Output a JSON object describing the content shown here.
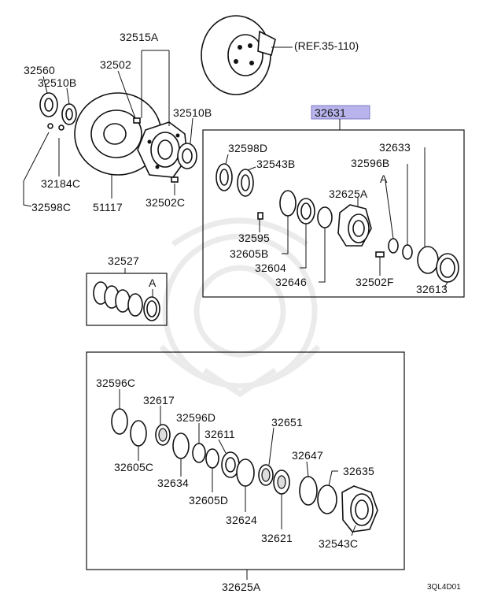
{
  "diagram_code": "3QL4D01",
  "highlighted_part": "32631",
  "reference": "(REF.35-110)",
  "top_assembly": {
    "labels": [
      "32515A",
      "32560",
      "32502",
      "32510B",
      "32510B",
      "32184C",
      "32598C",
      "51117",
      "32502C"
    ]
  },
  "kit_32631": {
    "title": "32631",
    "labels": [
      "32598D",
      "32543B",
      "32633",
      "32596B",
      "A",
      "32625A",
      "32595",
      "32605B",
      "32604",
      "32646",
      "32502F",
      "32613"
    ]
  },
  "kit_32527": {
    "title": "32527",
    "labels": [
      "A"
    ]
  },
  "kit_32625A": {
    "title": "32625A",
    "labels": [
      "32596C",
      "32617",
      "32596D",
      "32651",
      "32611",
      "32605C",
      "32634",
      "32647",
      "32635",
      "32605D",
      "32624",
      "32621",
      "32543C"
    ]
  }
}
